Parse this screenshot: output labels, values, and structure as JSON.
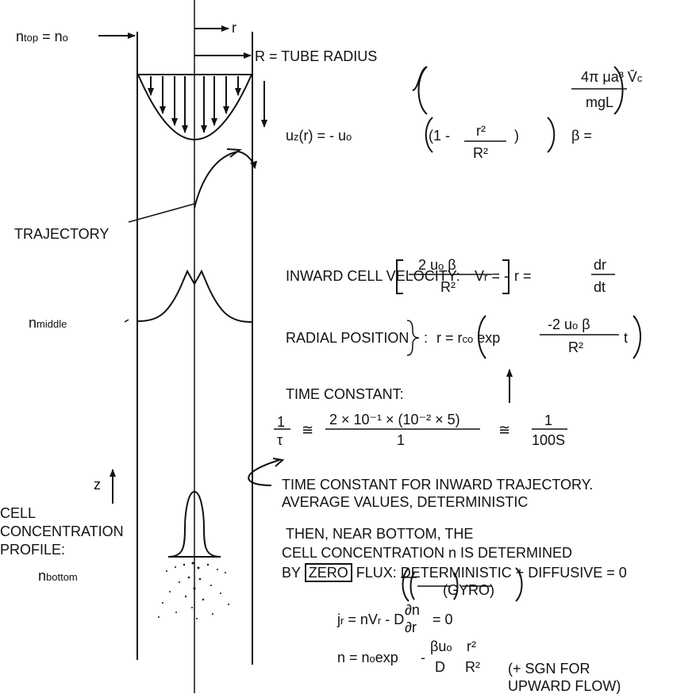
{
  "labels": {
    "n_top": "n",
    "n_top_sub": "top",
    "n_top_eq": "= n",
    "n_top_eq_sub": "o",
    "r_axis": "r",
    "tube_radius": "R = TUBE RADIUS",
    "trajectory": "TRAJECTORY",
    "n_middle": "n",
    "n_middle_sub": "middle",
    "z_axis": "z",
    "profile_title": [
      "CELL",
      "CONCENTRATION",
      "PROFILE:"
    ],
    "n_bottom": "n",
    "n_bottom_sub": "bottom"
  },
  "equations": {
    "uz_left": "u",
    "uz_sub": "z",
    "uz_mid": "(r)  =  - u",
    "uz_o": "o",
    "uz_paren": "(1 -",
    "uz_num": "r²",
    "uz_den": "R²",
    "uz_close": ")",
    "beta_lhs": "β =",
    "beta_num": "4π μa³ V̄",
    "beta_num_sub": "c",
    "beta_den": "mgL",
    "inward_label": "INWARD CELL VELOCITY:",
    "inward_lhs": "V",
    "inward_lhs_sub": "r",
    "inward_eq": "=  -",
    "inward_num": "2 u",
    "inward_num_sub": "o",
    "inward_num_tail": "β",
    "inward_den": "R²",
    "inward_r": "r =",
    "inward_dr": "dr",
    "inward_dt": "dt",
    "radial_label": "RADIAL POSITION",
    "radial_colon": ":",
    "radial_r": "r = r",
    "radial_r_sub": "co",
    "radial_exp": "exp",
    "radial_num": "-2 u",
    "radial_num_sub": "o",
    "radial_num_tail": "β",
    "radial_den": "R²",
    "radial_t": "t",
    "time_constant": "TIME CONSTANT:",
    "tau_num": "1",
    "tau_den": "τ",
    "approx1": "≅",
    "calc_num": "2 × 10⁻¹ × (10⁻² × 5)",
    "calc_den": "1",
    "approx2": "≅",
    "res_num": "1",
    "res_den": "100S",
    "note1": "TIME CONSTANT FOR INWARD TRAJECTORY.",
    "note2": "AVERAGE VALUES, DETERMINISTIC",
    "then1": "THEN, NEAR BOTTOM, THE",
    "then2": "CELL CONCENTRATION n IS DETERMINED",
    "by": "BY",
    "zero": "ZERO",
    "flux": "FLUX:  DETERMINISTIC + DIFFUSIVE = 0",
    "gyro": "(GYRO)",
    "jr_j": "j",
    "jr_sub": "r",
    "jr_mid": "=  nV",
    "jr_mid_sub": "r",
    "jr_d": "- D",
    "jr_num": "∂n",
    "jr_den": "∂r",
    "jr_end": "=  0",
    "n_lhs": "n = n",
    "n_lhs_sub": "o",
    "n_exp": "exp",
    "n_minus": "-",
    "n_num": "βu",
    "n_num_sub": "o",
    "n_den": "D",
    "n_r2": "r²",
    "n_R2": "R²",
    "sgn1": "(+ SGN FOR",
    "sgn2": "UPWARD FLOW)"
  },
  "colors": {
    "ink": "#111111",
    "background": "#ffffff"
  }
}
